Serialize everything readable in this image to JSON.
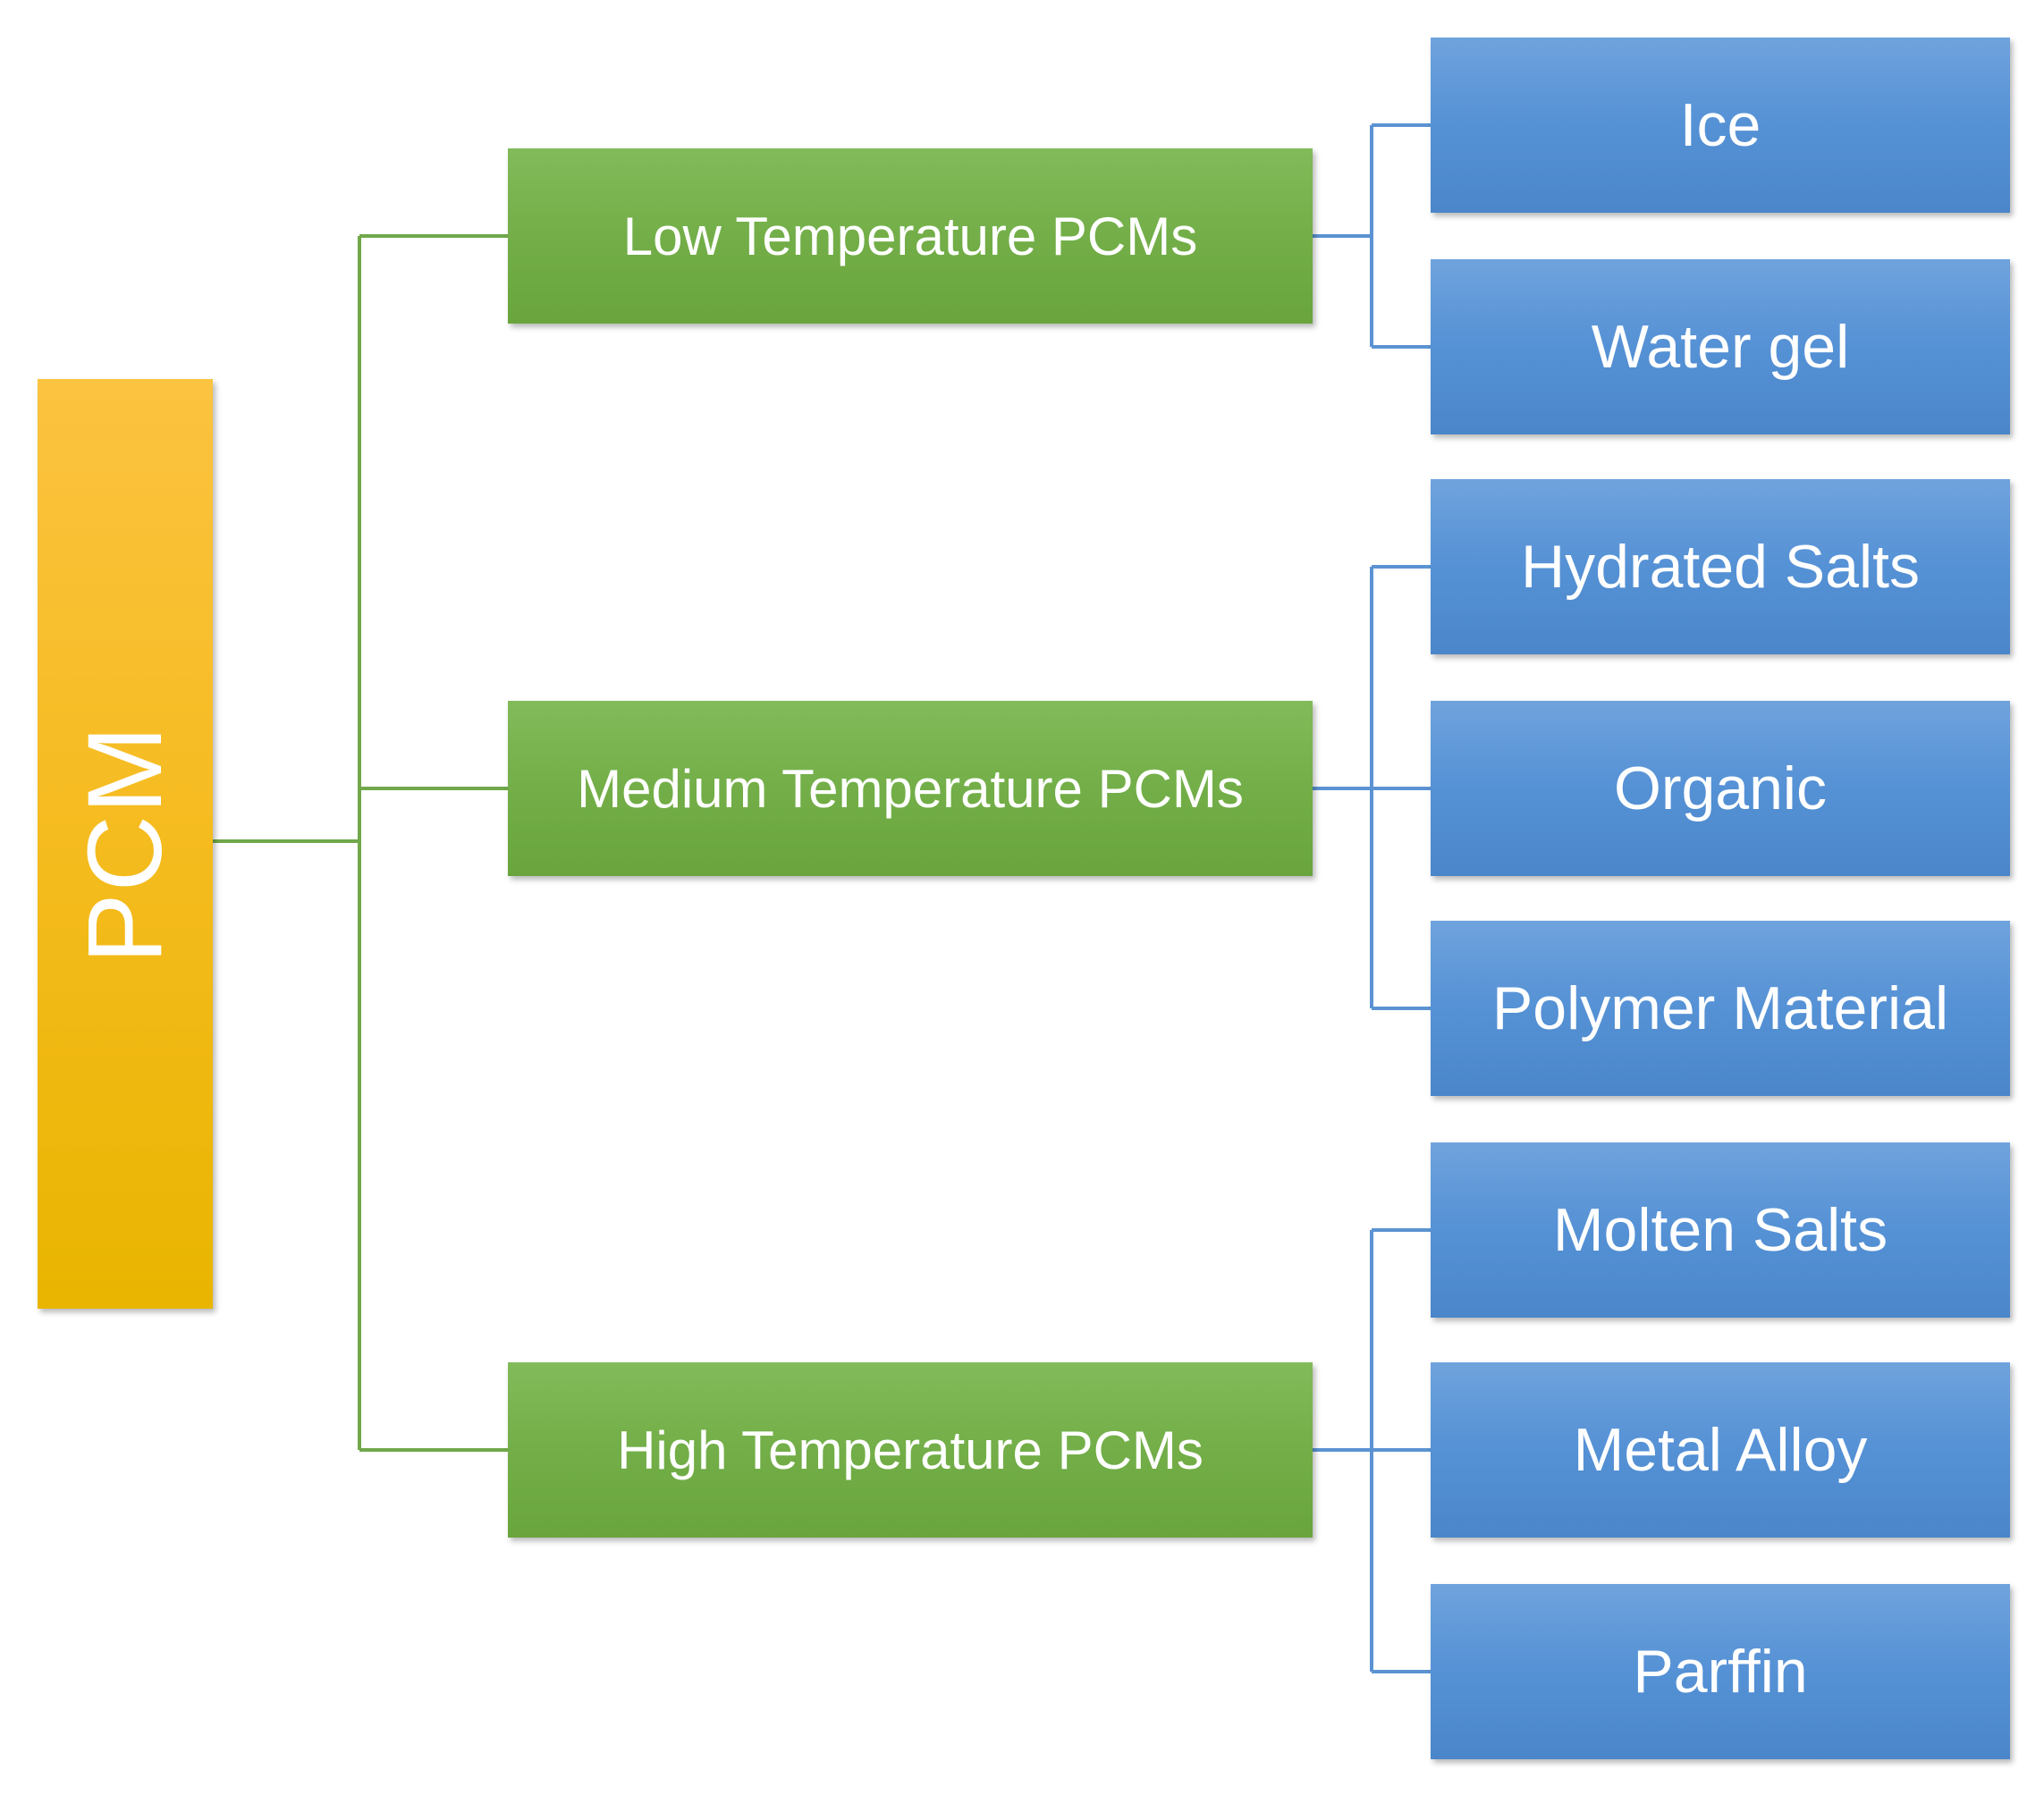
{
  "root": {
    "label": "PCM"
  },
  "categories": [
    {
      "label": "Low Temperature PCMs"
    },
    {
      "label": "Medium Temperature PCMs"
    },
    {
      "label": "High Temperature PCMs"
    }
  ],
  "leaves": [
    {
      "label": "Ice",
      "parent": "Low Temperature PCMs"
    },
    {
      "label": "Water gel",
      "parent": "Low Temperature PCMs"
    },
    {
      "label": "Hydrated Salts",
      "parent": "Medium Temperature PCMs"
    },
    {
      "label": "Organic",
      "parent": "Medium Temperature PCMs"
    },
    {
      "label": "Polymer Material",
      "parent": "Medium Temperature PCMs"
    },
    {
      "label": "Molten Salts",
      "parent": "High Temperature PCMs"
    },
    {
      "label": "Metal Alloy",
      "parent": "High Temperature PCMs"
    },
    {
      "label": "Parffin",
      "parent": "High Temperature PCMs"
    }
  ],
  "colors": {
    "root": "#f6bc22",
    "category": "#73ae48",
    "leaf": "#5591d5",
    "connector_root": "#70a84a",
    "connector_leaf": "#5b93d2"
  }
}
